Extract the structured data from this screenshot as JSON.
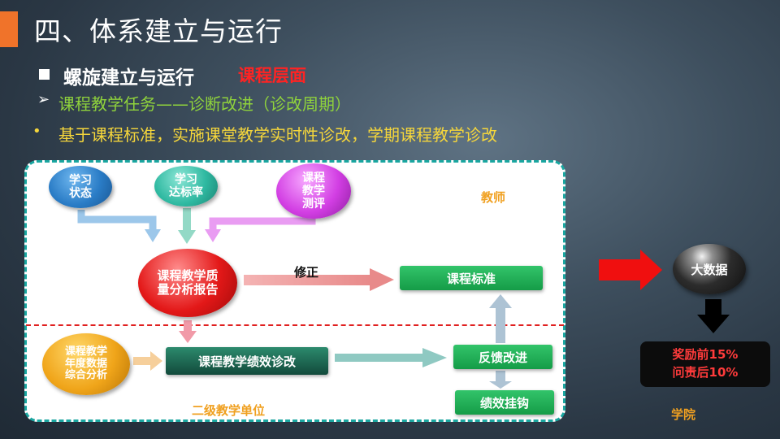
{
  "header": {
    "title": "四、体系建立与运行",
    "subheading": "螺旋建立与运行",
    "subheading_tag": "课程层面",
    "green_line": "课程教学任务——诊断改进（诊改周期）",
    "yellow_line": "基于课程标准，实施课堂教学实时性诊改，学期课程教学诊改"
  },
  "icons": {
    "square_bullet": "square-bullet-icon",
    "arrow_bullet": "➢",
    "dot_bullet": "•"
  },
  "diagram": {
    "inputs": [
      {
        "line1": "学习",
        "line2": "状态"
      },
      {
        "line1": "学习",
        "line2": "达标率"
      },
      {
        "line1": "课程",
        "line2": "教学",
        "line3": "测评"
      }
    ],
    "report": {
      "line1": "课程教学质",
      "line2": "量分析报告"
    },
    "revise_label": "修正",
    "standard_box": "课程标准",
    "teacher_label": "教师",
    "annual": {
      "line1": "课程教学",
      "line2": "年度数据",
      "line3": "综合分析"
    },
    "perf_box": "课程教学绩效诊改",
    "feedback_box": "反馈改进",
    "link_box": "绩效挂钩",
    "dept_label": "二级教学单位"
  },
  "side": {
    "bigdata": "大数据",
    "reward": "奖励前15%",
    "accountability": "问责后10%",
    "college_label": "学院"
  },
  "colors": {
    "accent": "#f0732a",
    "frame": "#1aa6a0",
    "red": "#e02020",
    "green_text": "#8fd23c",
    "yellow_text": "#f5d63b",
    "label_orange": "#f0a020"
  }
}
